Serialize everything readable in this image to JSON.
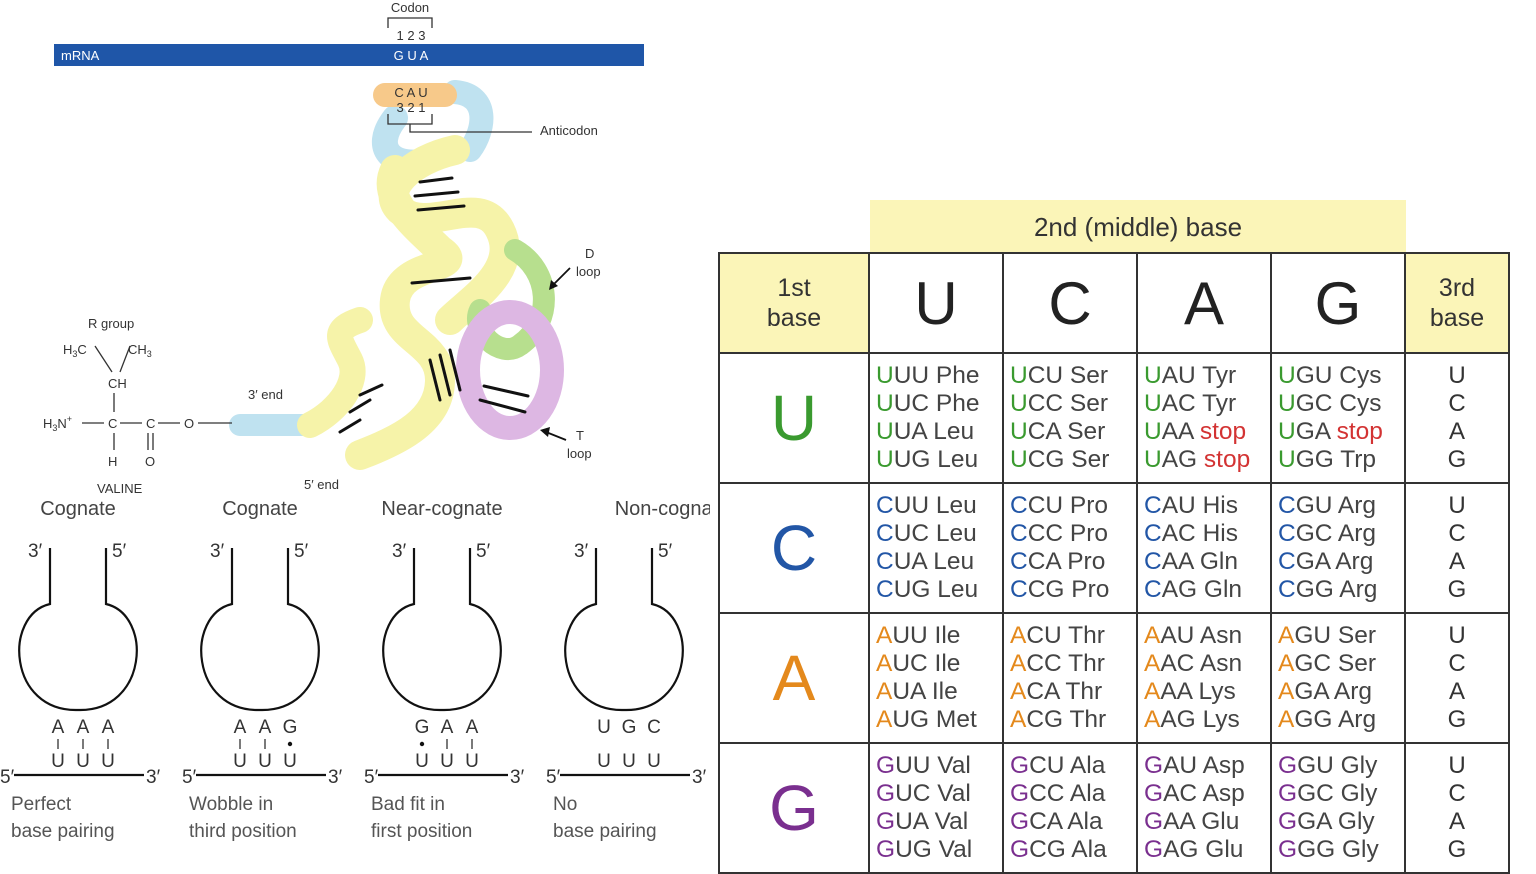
{
  "diagram": {
    "mrna_label": "mRNA",
    "codon_label": "Codon",
    "codon_positions": "1 2 3",
    "codon_seq": "G U A",
    "anticodon_seq": "C A U",
    "anticodon_positions": "3 2 1",
    "anticodon_label": "Anticodon",
    "d_loop": [
      "D",
      "loop"
    ],
    "t_loop": [
      "T",
      "loop"
    ],
    "three_end": "3′ end",
    "five_end": "5′ end",
    "r_group": "R group",
    "amino_acid": "VALINE",
    "colors": {
      "mrna": "#1f56a8",
      "orange": "#f7c98a",
      "blue": "#bfe2f0",
      "yellow": "#f6f3a9",
      "green": "#b7df8e",
      "purple": "#ddb7e3"
    }
  },
  "pairing": [
    {
      "title": "Cognate",
      "anticodon": [
        "A",
        "A",
        "A"
      ],
      "codon": [
        "U",
        "U",
        "U"
      ],
      "bonds": [
        "line",
        "line",
        "line"
      ],
      "caption": [
        "Perfect",
        "base pairing"
      ]
    },
    {
      "title": "Cognate",
      "anticodon": [
        "A",
        "A",
        "G"
      ],
      "codon": [
        "U",
        "U",
        "U"
      ],
      "bonds": [
        "line",
        "line",
        "dot"
      ],
      "caption": [
        "Wobble in",
        "third position"
      ]
    },
    {
      "title": "Near-cognate",
      "anticodon": [
        "G",
        "A",
        "A"
      ],
      "codon": [
        "U",
        "U",
        "U"
      ],
      "bonds": [
        "dot",
        "line",
        "line"
      ],
      "caption": [
        "Bad fit in",
        "first position"
      ]
    },
    {
      "title": "Non-cognate",
      "anticodon": [
        "U",
        "G",
        "C"
      ],
      "codon": [
        "U",
        "U",
        "U"
      ],
      "bonds": [
        "none",
        "none",
        "none"
      ],
      "caption": [
        "No",
        "base pairing"
      ]
    }
  ],
  "pairing_end_labels": {
    "three": "3′",
    "five": "5′"
  },
  "codon_table": {
    "middle_header": "2nd (middle) base",
    "first_header": [
      "1st",
      "base"
    ],
    "third_header": [
      "3rd",
      "base"
    ],
    "second_bases": [
      "U",
      "C",
      "A",
      "G"
    ],
    "base_colors": {
      "U": "#3a9a2f",
      "C": "#2256a6",
      "A": "#e4891c",
      "G": "#7a2f8f"
    },
    "stop_color": "#d33333",
    "rows": [
      {
        "first": "U",
        "third": [
          "U",
          "C",
          "A",
          "G"
        ],
        "cells": [
          [
            {
              "rest": "UU",
              "aa": "Phe"
            },
            {
              "rest": "UC",
              "aa": "Phe"
            },
            {
              "rest": "UA",
              "aa": "Leu"
            },
            {
              "rest": "UG",
              "aa": "Leu"
            }
          ],
          [
            {
              "rest": "CU",
              "aa": "Ser"
            },
            {
              "rest": "CC",
              "aa": "Ser"
            },
            {
              "rest": "CA",
              "aa": "Ser"
            },
            {
              "rest": "CG",
              "aa": "Ser"
            }
          ],
          [
            {
              "rest": "AU",
              "aa": "Tyr"
            },
            {
              "rest": "AC",
              "aa": "Tyr"
            },
            {
              "rest": "AA",
              "aa": "stop"
            },
            {
              "rest": "AG",
              "aa": "stop"
            }
          ],
          [
            {
              "rest": "GU",
              "aa": "Cys"
            },
            {
              "rest": "GC",
              "aa": "Cys"
            },
            {
              "rest": "GA",
              "aa": "stop"
            },
            {
              "rest": "GG",
              "aa": "Trp"
            }
          ]
        ]
      },
      {
        "first": "C",
        "third": [
          "U",
          "C",
          "A",
          "G"
        ],
        "cells": [
          [
            {
              "rest": "UU",
              "aa": "Leu"
            },
            {
              "rest": "UC",
              "aa": "Leu"
            },
            {
              "rest": "UA",
              "aa": "Leu"
            },
            {
              "rest": "UG",
              "aa": "Leu"
            }
          ],
          [
            {
              "rest": "CU",
              "aa": "Pro"
            },
            {
              "rest": "CC",
              "aa": "Pro"
            },
            {
              "rest": "CA",
              "aa": "Pro"
            },
            {
              "rest": "CG",
              "aa": "Pro"
            }
          ],
          [
            {
              "rest": "AU",
              "aa": "His"
            },
            {
              "rest": "AC",
              "aa": "His"
            },
            {
              "rest": "AA",
              "aa": "Gln"
            },
            {
              "rest": "AG",
              "aa": "Gln"
            }
          ],
          [
            {
              "rest": "GU",
              "aa": "Arg"
            },
            {
              "rest": "GC",
              "aa": "Arg"
            },
            {
              "rest": "GA",
              "aa": "Arg"
            },
            {
              "rest": "GG",
              "aa": "Arg"
            }
          ]
        ]
      },
      {
        "first": "A",
        "third": [
          "U",
          "C",
          "A",
          "G"
        ],
        "cells": [
          [
            {
              "rest": "UU",
              "aa": "Ile"
            },
            {
              "rest": "UC",
              "aa": "Ile"
            },
            {
              "rest": "UA",
              "aa": "Ile"
            },
            {
              "rest": "UG",
              "aa": "Met"
            }
          ],
          [
            {
              "rest": "CU",
              "aa": "Thr"
            },
            {
              "rest": "CC",
              "aa": "Thr"
            },
            {
              "rest": "CA",
              "aa": "Thr"
            },
            {
              "rest": "CG",
              "aa": "Thr"
            }
          ],
          [
            {
              "rest": "AU",
              "aa": "Asn"
            },
            {
              "rest": "AC",
              "aa": "Asn"
            },
            {
              "rest": "AA",
              "aa": "Lys"
            },
            {
              "rest": "AG",
              "aa": "Lys"
            }
          ],
          [
            {
              "rest": "GU",
              "aa": "Ser"
            },
            {
              "rest": "GC",
              "aa": "Ser"
            },
            {
              "rest": "GA",
              "aa": "Arg"
            },
            {
              "rest": "GG",
              "aa": "Arg"
            }
          ]
        ]
      },
      {
        "first": "G",
        "third": [
          "U",
          "C",
          "A",
          "G"
        ],
        "cells": [
          [
            {
              "rest": "UU",
              "aa": "Val"
            },
            {
              "rest": "UC",
              "aa": "Val"
            },
            {
              "rest": "UA",
              "aa": "Val"
            },
            {
              "rest": "UG",
              "aa": "Val"
            }
          ],
          [
            {
              "rest": "CU",
              "aa": "Ala"
            },
            {
              "rest": "CC",
              "aa": "Ala"
            },
            {
              "rest": "CA",
              "aa": "Ala"
            },
            {
              "rest": "CG",
              "aa": "Ala"
            }
          ],
          [
            {
              "rest": "AU",
              "aa": "Asp"
            },
            {
              "rest": "AC",
              "aa": "Asp"
            },
            {
              "rest": "AA",
              "aa": "Glu"
            },
            {
              "rest": "AG",
              "aa": "Glu"
            }
          ],
          [
            {
              "rest": "GU",
              "aa": "Gly"
            },
            {
              "rest": "GC",
              "aa": "Gly"
            },
            {
              "rest": "GA",
              "aa": "Gly"
            },
            {
              "rest": "GG",
              "aa": "Gly"
            }
          ]
        ]
      }
    ]
  }
}
